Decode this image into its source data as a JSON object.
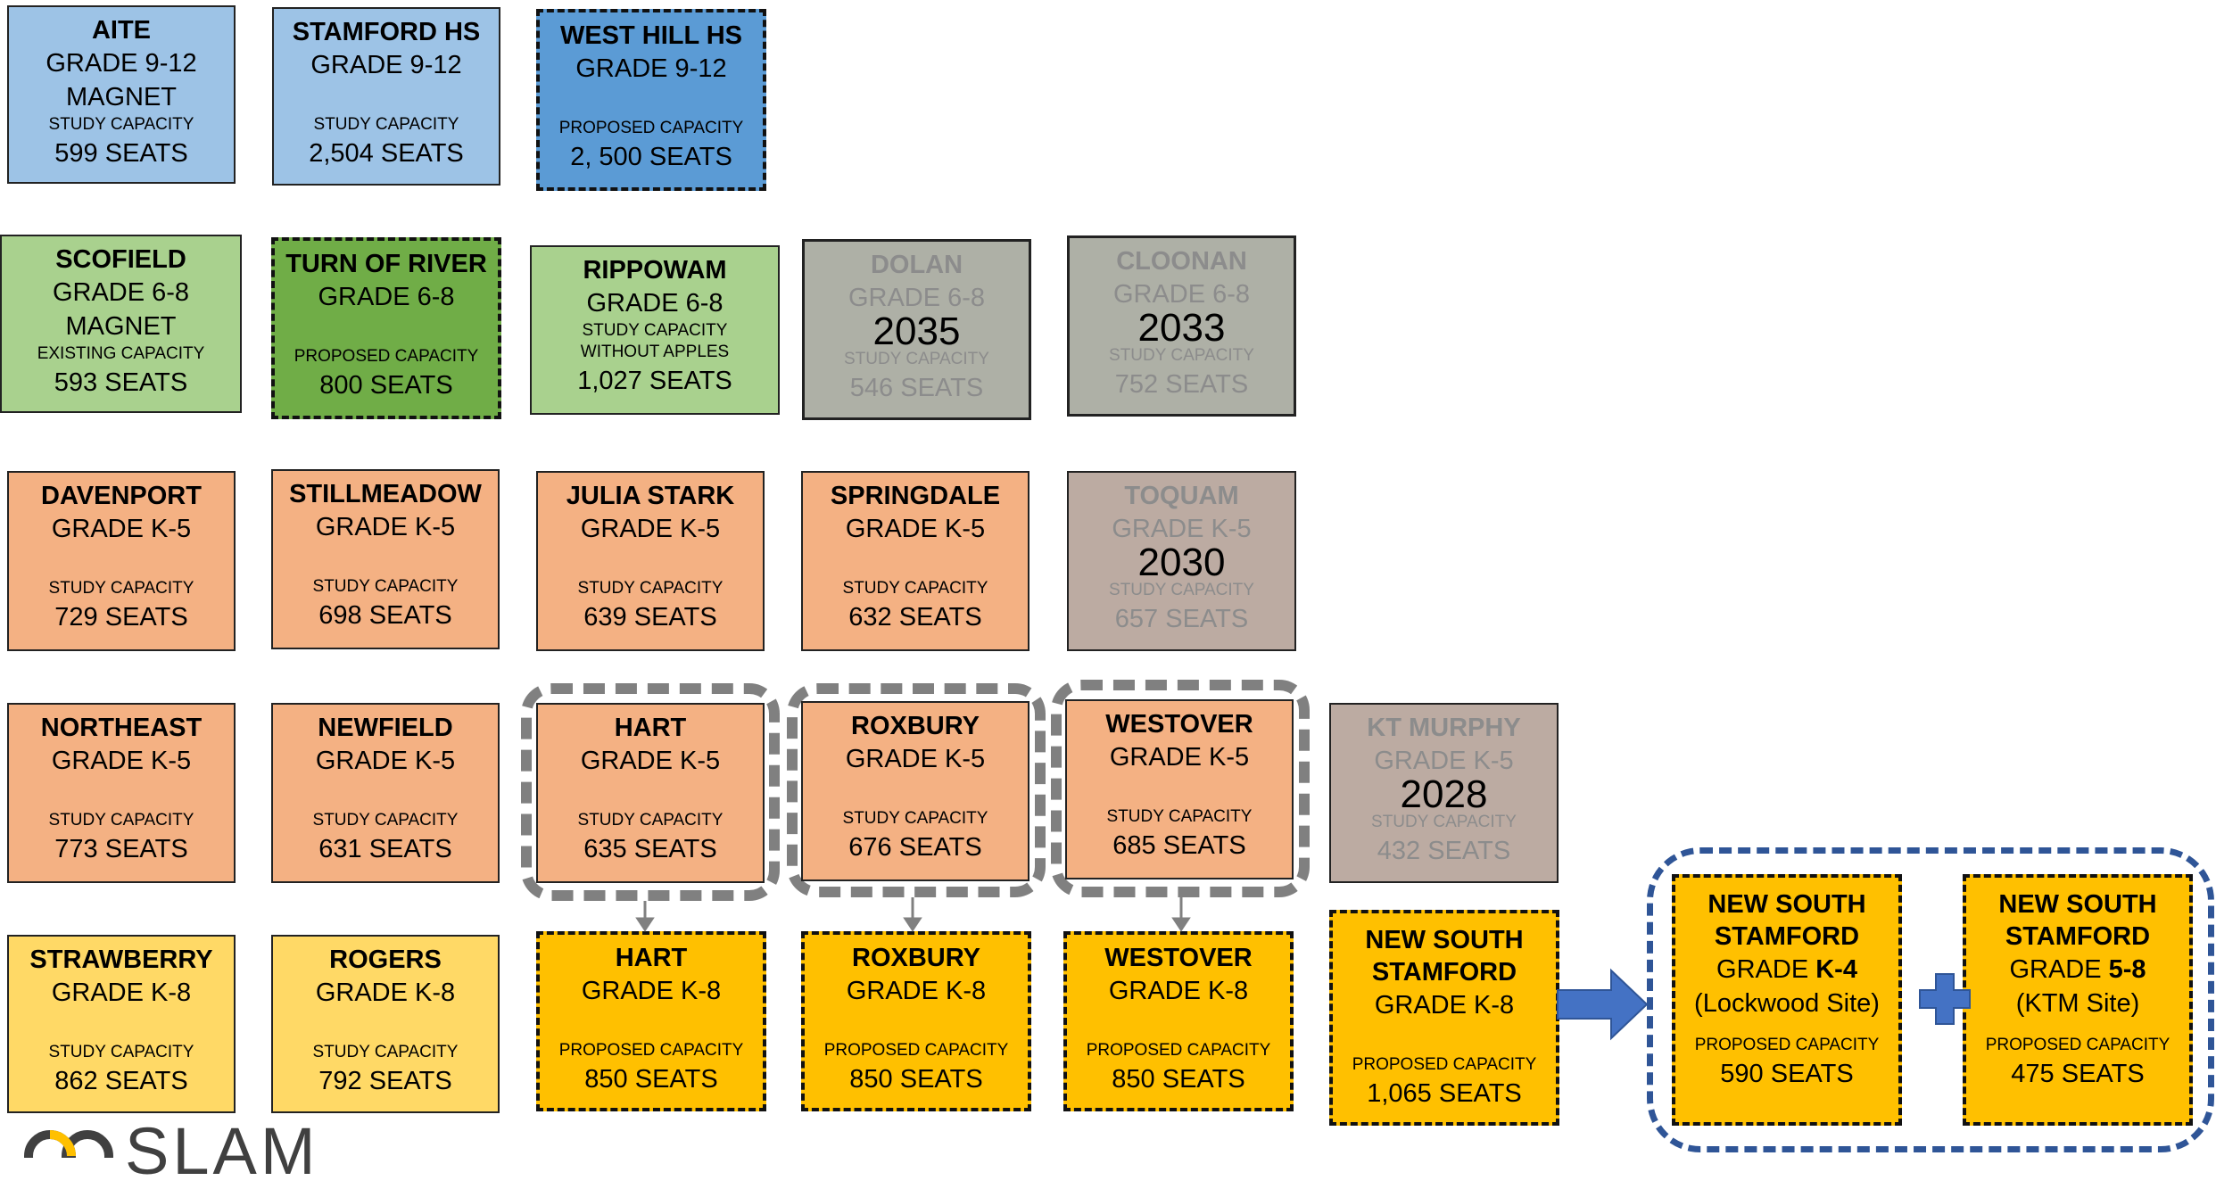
{
  "rows": {
    "high_schools": [
      {
        "name": "AITE",
        "grade": "GRADE 9-12",
        "extra": "MAGNET",
        "cap_label": "STUDY CAPACITY",
        "seats": "599 SEATS"
      },
      {
        "name": "STAMFORD HS",
        "grade": "GRADE 9-12",
        "cap_label": "STUDY CAPACITY",
        "seats": "2,504 SEATS"
      },
      {
        "name": "WEST HILL HS",
        "grade": "GRADE 9-12",
        "cap_label": "PROPOSED CAPACITY",
        "seats": "2, 500 SEATS"
      }
    ],
    "middle_schools": [
      {
        "name": "SCOFIELD",
        "grade": "GRADE 6-8",
        "extra": "MAGNET",
        "cap_label": "EXISTING CAPACITY",
        "seats": "593 SEATS"
      },
      {
        "name": "TURN OF RIVER",
        "grade": "GRADE 6-8",
        "cap_label": "PROPOSED CAPACITY",
        "seats": "800 SEATS"
      },
      {
        "name": "RIPPOWAM",
        "grade": "GRADE 6-8",
        "cap_label": "STUDY CAPACITY WITHOUT APPLES",
        "seats": "1,027 SEATS"
      },
      {
        "name": "DOLAN",
        "grade": "GRADE 6-8",
        "year": "2035",
        "cap_label": "STUDY CAPACITY",
        "seats": "546 SEATS"
      },
      {
        "name": "CLOONAN",
        "grade": "GRADE 6-8",
        "year": "2033",
        "cap_label": "STUDY CAPACITY",
        "seats": "752 SEATS"
      }
    ],
    "elementary_1": [
      {
        "name": "DAVENPORT",
        "grade": "GRADE K-5",
        "cap_label": "STUDY CAPACITY",
        "seats": "729 SEATS"
      },
      {
        "name": "STILLMEADOW",
        "grade": "GRADE K-5",
        "cap_label": "STUDY CAPACITY",
        "seats": "698 SEATS"
      },
      {
        "name": "JULIA STARK",
        "grade": "GRADE K-5",
        "cap_label": "STUDY CAPACITY",
        "seats": "639 SEATS"
      },
      {
        "name": "SPRINGDALE",
        "grade": "GRADE K-5",
        "cap_label": "STUDY CAPACITY",
        "seats": "632 SEATS"
      },
      {
        "name": "TOQUAM",
        "grade": "GRADE K-5",
        "year": "2030",
        "cap_label": "STUDY CAPACITY",
        "seats": "657 SEATS"
      }
    ],
    "elementary_2": [
      {
        "name": "NORTHEAST",
        "grade": "GRADE K-5",
        "cap_label": "STUDY CAPACITY",
        "seats": "773 SEATS"
      },
      {
        "name": "NEWFIELD",
        "grade": "GRADE K-5",
        "cap_label": "STUDY CAPACITY",
        "seats": "631 SEATS"
      },
      {
        "name": "HART",
        "grade": "GRADE K-5",
        "cap_label": "STUDY CAPACITY",
        "seats": "635 SEATS"
      },
      {
        "name": "ROXBURY",
        "grade": "GRADE K-5",
        "cap_label": "STUDY CAPACITY",
        "seats": "676 SEATS"
      },
      {
        "name": "WESTOVER",
        "grade": "GRADE K-5",
        "cap_label": "STUDY CAPACITY",
        "seats": "685 SEATS"
      },
      {
        "name": "KT MURPHY",
        "grade": "GRADE K-5",
        "year": "2028",
        "cap_label": "STUDY CAPACITY",
        "seats": "432 SEATS"
      }
    ],
    "k8": [
      {
        "name": "STRAWBERRY",
        "grade": "GRADE K-8",
        "cap_label": "STUDY CAPACITY",
        "seats": "862 SEATS"
      },
      {
        "name": "ROGERS",
        "grade": "GRADE K-8",
        "cap_label": "STUDY CAPACITY",
        "seats": "792 SEATS"
      },
      {
        "name": "HART",
        "grade": "GRADE K-8",
        "cap_label": "PROPOSED CAPACITY",
        "seats": "850 SEATS"
      },
      {
        "name": "ROXBURY",
        "grade": "GRADE K-8",
        "cap_label": "PROPOSED CAPACITY",
        "seats": "850 SEATS"
      },
      {
        "name": "WESTOVER",
        "grade": "GRADE K-8",
        "cap_label": "PROPOSED CAPACITY",
        "seats": "850 SEATS"
      },
      {
        "name_line1": "NEW SOUTH",
        "name_line2": "STAMFORD",
        "grade": "GRADE K-8",
        "cap_label": "PROPOSED CAPACITY",
        "seats": "1,065 SEATS"
      }
    ],
    "split": [
      {
        "name_line1": "NEW SOUTH",
        "name_line2": "STAMFORD",
        "grade_prefix": "GRADE ",
        "grade_bold": "K-4",
        "site": "(Lockwood Site)",
        "cap_label": "PROPOSED CAPACITY",
        "seats": "590 SEATS"
      },
      {
        "name_line1": "NEW SOUTH",
        "name_line2": "STAMFORD",
        "grade_prefix": "GRADE ",
        "grade_bold": "5-8",
        "site": "(KTM Site)",
        "cap_label": "PROPOSED CAPACITY",
        "seats": "475 SEATS"
      }
    ]
  },
  "logo": {
    "text": "SLAM"
  },
  "colors": {
    "blue_light": "#9dc3e6",
    "blue_dark": "#5b9bd5",
    "green_light": "#a9d18e",
    "green_dark": "#70ad47",
    "grey": "#aeb0a6",
    "taupe": "#bcaba2",
    "orange": "#f4b183",
    "yellow_light": "#ffd966",
    "yellow_dark": "#ffc000",
    "outline_grey": "#808080",
    "outline_blue": "#2f5597",
    "arrow_blue": "#4472c4"
  }
}
